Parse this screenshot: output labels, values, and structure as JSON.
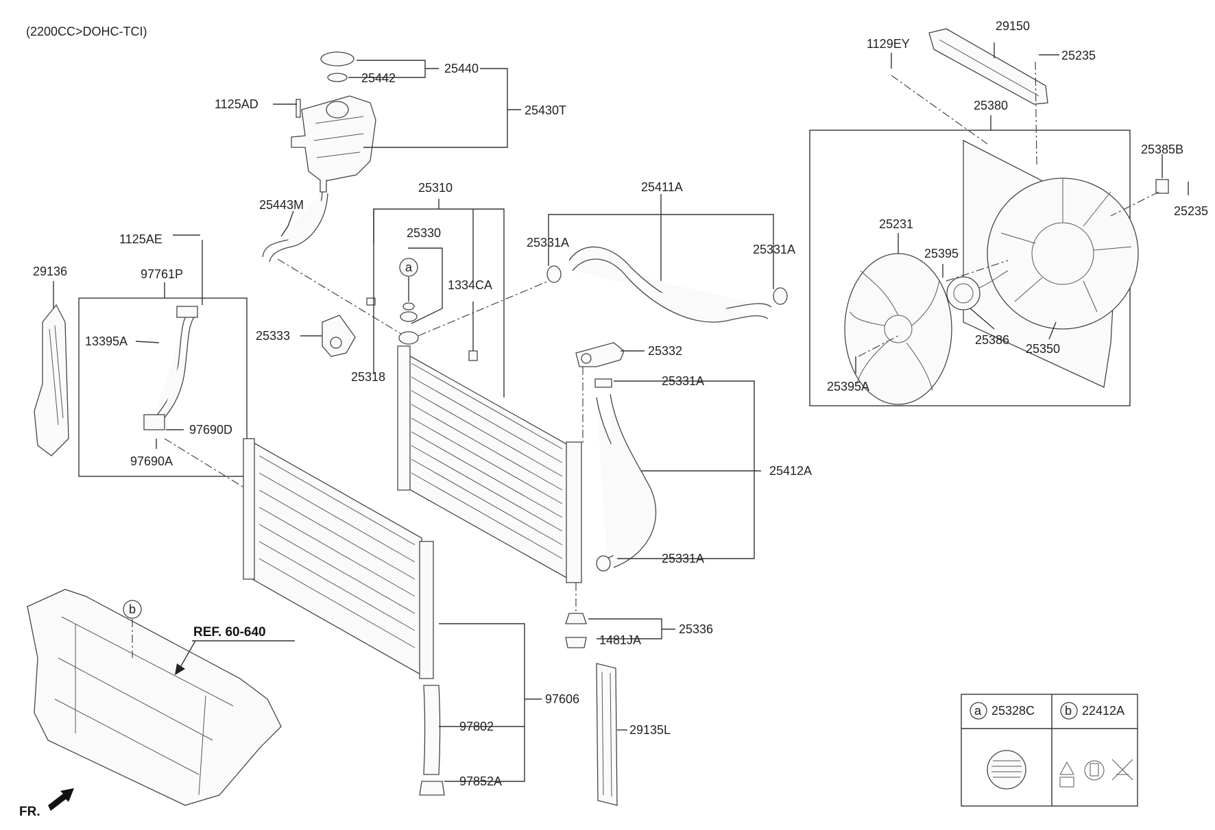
{
  "header": {
    "engine_spec": "(2200CC>DOHC-TCI)"
  },
  "labels": {
    "p25440": "25440",
    "p25442": "25442",
    "p1125AD": "1125AD",
    "p25430T": "25430T",
    "p25443M": "25443M",
    "p25310": "25310",
    "p25330": "25330",
    "p1334CA": "1334CA",
    "p25411A": "25411A",
    "p25331A_1": "25331A",
    "p25331A_2": "25331A",
    "p25331A_3": "25331A",
    "p25331A_4": "25331A",
    "p1125AE": "1125AE",
    "p97761P": "97761P",
    "p29136": "29136",
    "p13395A": "13395A",
    "p97690D": "97690D",
    "p97690A": "97690A",
    "p25333": "25333",
    "p25318": "25318",
    "p25332": "25332",
    "p25412A": "25412A",
    "p25336": "25336",
    "p1481JA": "1481JA",
    "p97606": "97606",
    "p97802": "97802",
    "p97852A": "97852A",
    "p29135L": "29135L",
    "p29150": "29150",
    "p1129EY": "1129EY",
    "p25235_1": "25235",
    "p25235_2": "25235",
    "p25380": "25380",
    "p25385B": "25385B",
    "p25231": "25231",
    "p25395": "25395",
    "p25395A": "25395A",
    "p25386": "25386",
    "p25350": "25350",
    "ref": "REF. 60-640",
    "fr": "FR.",
    "callout_a": "a",
    "callout_b": "b"
  },
  "legend": {
    "a_letter": "a",
    "a_part": "25328C",
    "b_letter": "b",
    "b_part": "22412A"
  }
}
